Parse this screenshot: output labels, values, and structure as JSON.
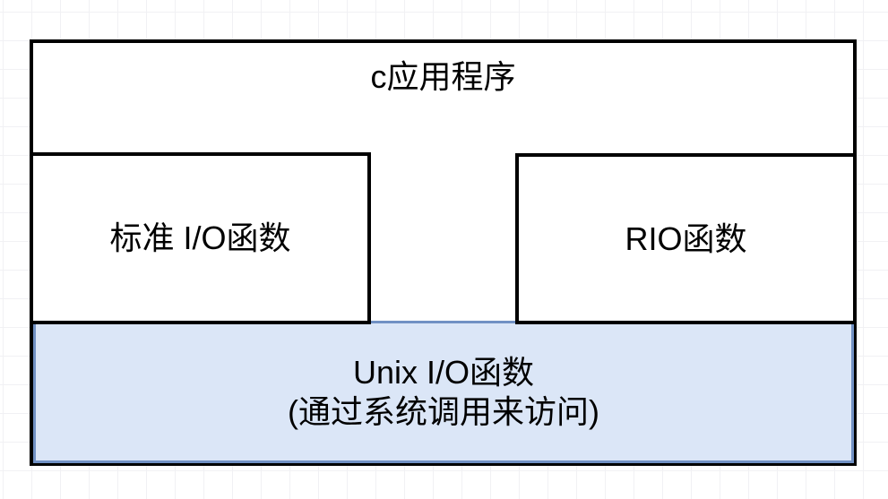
{
  "diagram": {
    "type": "layered-architecture",
    "top_box": {
      "label": "c应用程序"
    },
    "middle_boxes": [
      {
        "id": "standard-io",
        "label": "标准 I/O函数"
      },
      {
        "id": "rio",
        "label": "RIO函数"
      }
    ],
    "bottom_box": {
      "id": "unix-io",
      "label_line1": "Unix I/O函数",
      "label_line2": "(通过系统调用来访问)"
    },
    "colors": {
      "box_border": "#000000",
      "box_fill": "#ffffff",
      "unix_box_border": "#7191c4",
      "unix_box_fill": "#dbe6f7",
      "grid_line": "#f1f1f4",
      "background": "#ffffff",
      "text": "#000000"
    }
  }
}
